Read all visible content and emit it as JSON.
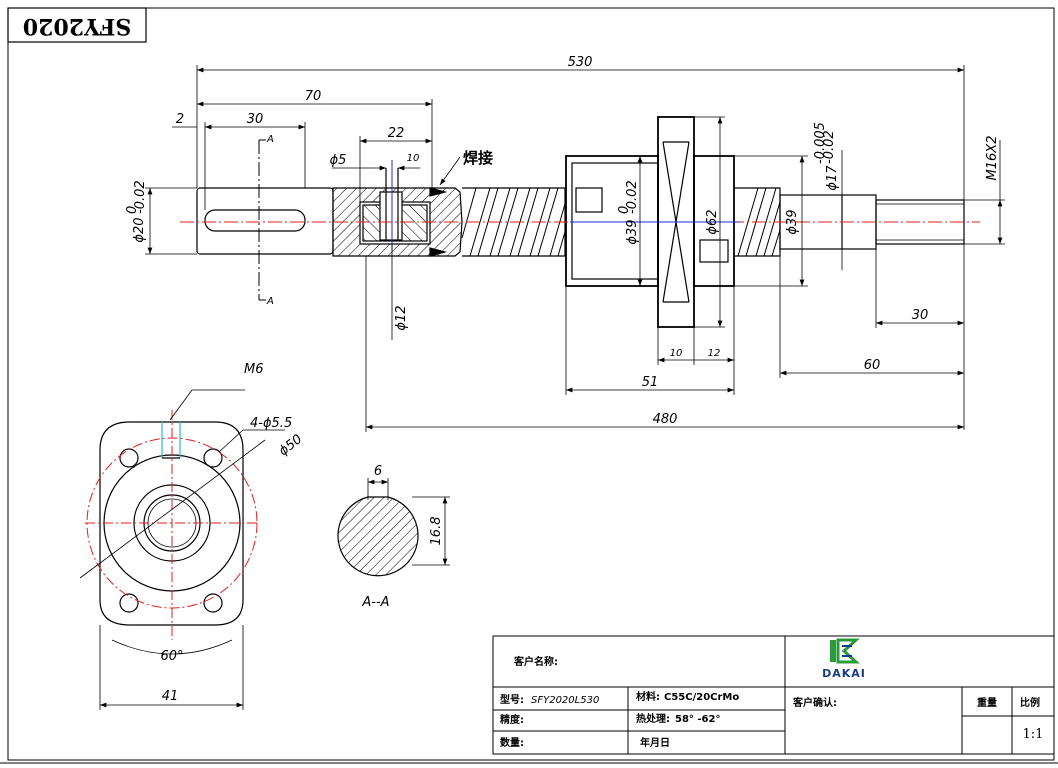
{
  "drawing": {
    "part_label": "SFY2020",
    "weld_label": "焊接",
    "section_view_label": "A--A",
    "section_mark": "A"
  },
  "dimensions": {
    "total_length": "530",
    "end_length_70": "70",
    "chamfer_2": "2",
    "key_length_30": "30",
    "length_22": "22",
    "dia_5": "ϕ5",
    "length_10_top": "10",
    "dia_20": "ϕ20",
    "dia_20_tol_upper": "0",
    "dia_20_tol_lower": "-0.02",
    "dia_12": "ϕ12",
    "dia_39_nut": "ϕ39",
    "dia_39_tol_upper": "0",
    "dia_39_tol_lower": "-0.02",
    "dia_62": "ϕ62",
    "dia_39_shaft": "ϕ39",
    "dia_17": "ϕ17",
    "dia_17_tol_upper": "-0.005",
    "dia_17_tol_lower": "-0.02",
    "thread": "M16X2",
    "thread_length_30": "30",
    "end_length_60": "60",
    "flange_10": "10",
    "flange_12": "12",
    "nut_length_51": "51",
    "thread_length_480": "480",
    "m6": "M6",
    "holes": "4-ϕ5.5",
    "pcd_50": "ϕ50",
    "angle_60": "60°",
    "flange_width_41": "41",
    "key_width_6": "6",
    "flat_16_8": "16.8"
  },
  "title_block": {
    "customer_name_label": "客户名称:",
    "model_label": "型号:",
    "model_value": "SFY2020L530",
    "material_label": "材料:",
    "material_value": "C55C/20CrMo",
    "precision_label": "精度:",
    "heat_treatment_label": "热处理:",
    "heat_treatment_value": "58° -62°",
    "quantity_label": "数量:",
    "date_label": "年月日",
    "customer_confirm_label": "客户确认:",
    "weight_label": "重量",
    "scale_label": "比例",
    "scale_value": "1:1",
    "logo_text": "DAKAI"
  },
  "colors": {
    "line": "#000000",
    "center_line": "#e0201e",
    "hidden_line": "#1a2cc9",
    "cyan_line": "#29b8d8",
    "logo_green": "#2a9a3a",
    "logo_blue": "#1a3a8a"
  }
}
